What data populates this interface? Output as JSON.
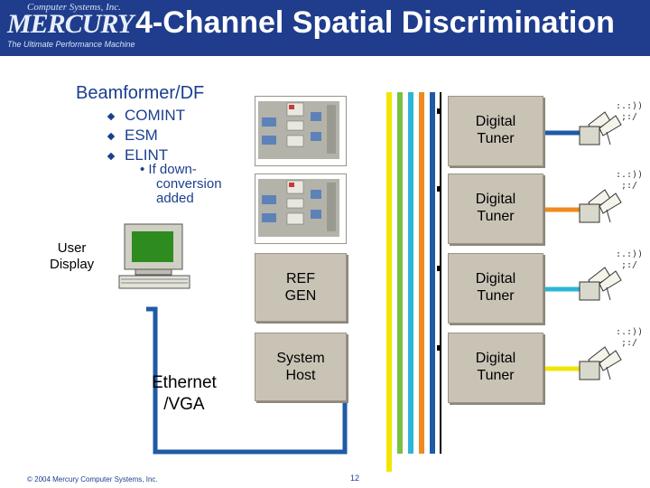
{
  "header": {
    "logo_top": "Computer Systems, Inc.",
    "logo_main": "MERCURY",
    "logo_tagline": "The Ultimate Performance Machine",
    "title": "4-Channel Spatial Discrimination"
  },
  "beamformer": {
    "heading": "Beamformer/DF",
    "bullets": [
      "COMINT",
      "ESM",
      "ELINT"
    ],
    "sub_lines": [
      "• If down-",
      "conversion",
      "added"
    ]
  },
  "user_display": [
    "User",
    "Display"
  ],
  "ethernet": [
    "Ethernet",
    "/VGA"
  ],
  "ref_gen": [
    "REF",
    "GEN"
  ],
  "system_host": [
    "System",
    "Host"
  ],
  "tuners": [
    [
      "Digital",
      "Tuner"
    ],
    [
      "Digital",
      "Tuner"
    ],
    [
      "Digital",
      "Tuner"
    ],
    [
      "Digital",
      "Tuner"
    ]
  ],
  "footer": {
    "copyright": "© 2004 Mercury Computer Systems, Inc.",
    "page": "12"
  },
  "colors": {
    "header_bg": "#1f3d8c",
    "text_blue": "#1a3f8f",
    "bus_blue": "#1f5aa6",
    "channel_colors": [
      "#1f5aa6",
      "#f08a1e",
      "#2bb6d8",
      "#f2e600",
      "#7ac143"
    ]
  }
}
